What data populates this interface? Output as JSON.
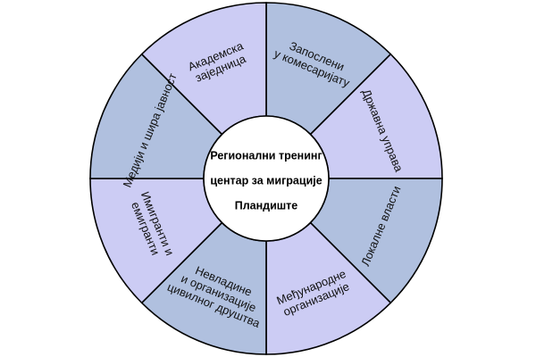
{
  "diagram": {
    "center": {
      "lines": [
        "Регионални тренинг",
        "центар за миграције",
        "Пландиште"
      ]
    },
    "colors": {
      "dark_segment": "#b0c0df",
      "light_segment": "#ccccf4",
      "outline": "#000000",
      "center_fill": "#ffffff"
    },
    "segments": [
      {
        "id": "employees",
        "lines": [
          "Запослени",
          "у комесаријату"
        ],
        "tone": "dark"
      },
      {
        "id": "state-administration",
        "lines": [
          "Државна управа"
        ],
        "tone": "light"
      },
      {
        "id": "local-authorities",
        "lines": [
          "Локалне власти"
        ],
        "tone": "dark"
      },
      {
        "id": "international-organizations",
        "lines": [
          "Међународне",
          "организације"
        ],
        "tone": "light"
      },
      {
        "id": "ngos-civil-society",
        "lines": [
          "Невладине",
          "и организације",
          "цивилног друштва"
        ],
        "tone": "dark"
      },
      {
        "id": "immigrants-emigrants",
        "lines": [
          "Имигранти и",
          "емигранти"
        ],
        "tone": "light"
      },
      {
        "id": "media-public",
        "lines": [
          "Медији и шира јавност"
        ],
        "tone": "dark"
      },
      {
        "id": "academic-community",
        "lines": [
          "Академска",
          "заједница"
        ],
        "tone": "light"
      }
    ]
  }
}
